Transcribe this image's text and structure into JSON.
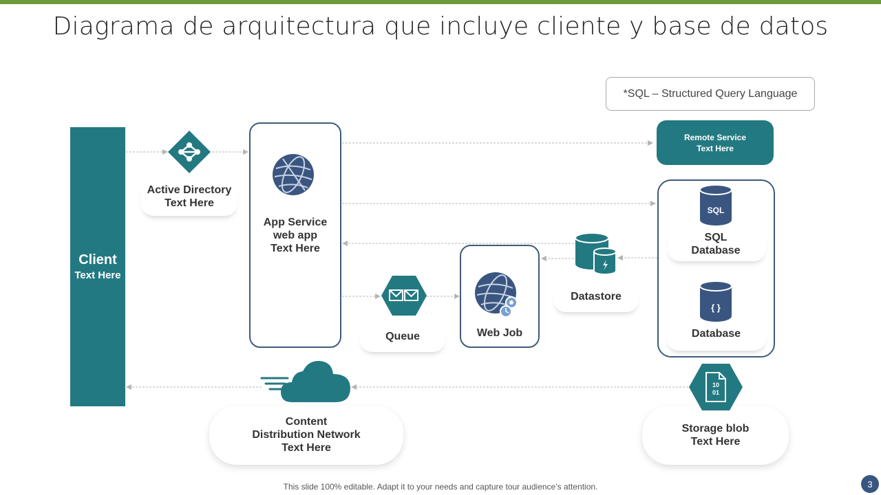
{
  "title": "Diagrama de arquitectura que incluye cliente y base de datos",
  "note": "*SQL – Structured  Query Language",
  "client": {
    "line1": "Client",
    "line2": "Text Here"
  },
  "active_directory": {
    "line1": "Active Directory",
    "line2": "Text Here"
  },
  "app_service": {
    "line1": "App Service",
    "line2": "web app",
    "line3": "Text Here"
  },
  "queue": {
    "label": "Queue"
  },
  "web_job": {
    "label": "Web Job"
  },
  "datastore": {
    "label": "Datastore"
  },
  "remote_service": {
    "line1": "Remote Service",
    "line2": "Text Here"
  },
  "sql_database": {
    "icon_text": "SQL",
    "line1": "SQL",
    "line2": "Database"
  },
  "database": {
    "icon_text": "{ }",
    "label": "Database"
  },
  "cdn": {
    "line1": "Content",
    "line2": "Distribution Network",
    "line3": "Text Here"
  },
  "storage_blob": {
    "icon_text1": "10",
    "icon_text2": "01",
    "line1": "Storage blob",
    "line2": "Text Here"
  },
  "footer": "This slide 100% editable. Adapt it to your needs and capture tour audience’s attention.",
  "page_number": "3",
  "colors": {
    "teal": "#237981",
    "navy": "#3f5a7a",
    "green": "#6a9a3c",
    "arrow": "#b5b5b5"
  }
}
